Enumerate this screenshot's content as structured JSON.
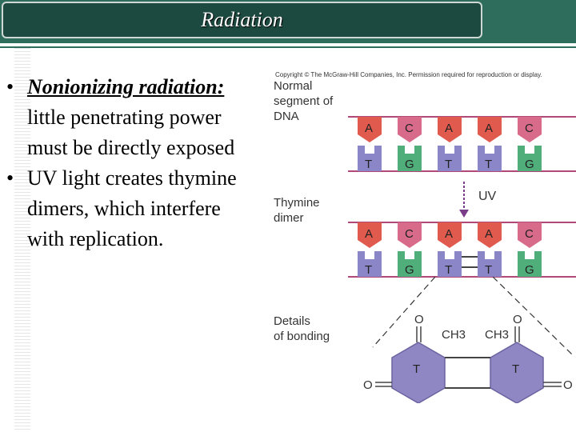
{
  "slide": {
    "title": "Radiation",
    "bullets": [
      {
        "term": "Nonionizing radiation: ",
        "text": "little penetrating power must be directly exposed"
      },
      {
        "term": "",
        "text": "UV light creates thymine dimers, which interfere with replication."
      }
    ]
  },
  "figure": {
    "copyright": "Copyright © The McGraw-Hill Companies, Inc. Permission required for reproduction or display.",
    "label_normal_line1": "Normal",
    "label_normal_line2": "segment of",
    "label_normal_line3": "DNA",
    "label_dimer_line1": "Thymine",
    "label_dimer_line2": "dimer",
    "label_details_line1": "Details",
    "label_details_line2": "of bonding",
    "uv_label": "UV",
    "top_strand": [
      "A",
      "C",
      "A",
      "A",
      "C"
    ],
    "bottom_strand": [
      "T",
      "G",
      "T",
      "T",
      "G"
    ],
    "ch3_left": "CH3",
    "ch3_right": "CH3",
    "ring_left": "T",
    "ring_right": "T",
    "atom_o": "O",
    "colors": {
      "header_dark": "#1d4a40",
      "header_band": "#2e6d5c",
      "base_A": "#e05a4e",
      "base_C": "#d86a8a",
      "base_T": "#8a86c8",
      "base_G": "#4fae7a",
      "backbone": "#b0487a",
      "ring": "#8f87c4"
    }
  }
}
